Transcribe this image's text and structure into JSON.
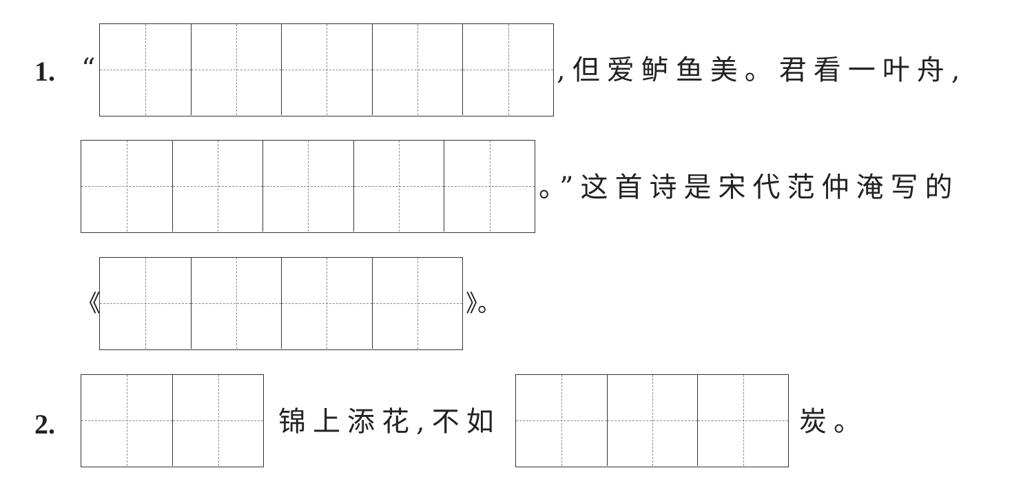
{
  "questions": [
    {
      "number": "1.",
      "open_quote": "“",
      "line1_text": ",但爱鲈鱼美。君看一叶舟,",
      "line2_text": "。”这首诗是宋代范仲淹写的",
      "title_open": "《",
      "title_close": "》。",
      "blanks": [
        {
          "cells": 5
        },
        {
          "cells": 5
        },
        {
          "cells": 4
        }
      ]
    },
    {
      "number": "2.",
      "middle_text": "锦上添花,不如",
      "end_text": "炭。",
      "blanks": [
        {
          "cells": 2
        },
        {
          "cells": 3
        }
      ]
    }
  ]
}
